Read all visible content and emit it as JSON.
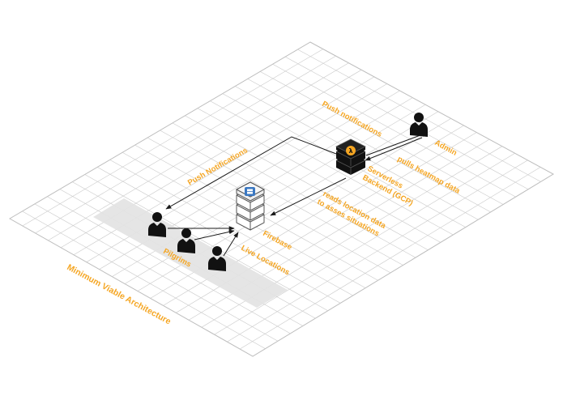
{
  "diagram": {
    "title": "Minimum Viable Architecture",
    "nodes": {
      "admin": {
        "label": "Admin",
        "icon": "user-icon"
      },
      "backend": {
        "label_line1": "Serverless",
        "label_line2": "Backend (GCP)",
        "icon": "lambda-server-icon"
      },
      "firebase": {
        "label": "Firebase",
        "icon": "database-icon"
      },
      "pilgrims": {
        "label": "Pilgrims",
        "icon": "user-group-icon"
      }
    },
    "edges": {
      "push_top": "Push notifications",
      "push_left": "Push Notifications",
      "pulls": "pulls heatmap data",
      "reads_line1": "reads location data",
      "reads_line2": "to asses situations",
      "live": "Live Locations"
    },
    "colors": {
      "label": "#f5a623",
      "grid": "#c9c9c9",
      "zone": "#e3e3e3",
      "icon": "#111111",
      "db_badge": "#3b78c2"
    }
  }
}
